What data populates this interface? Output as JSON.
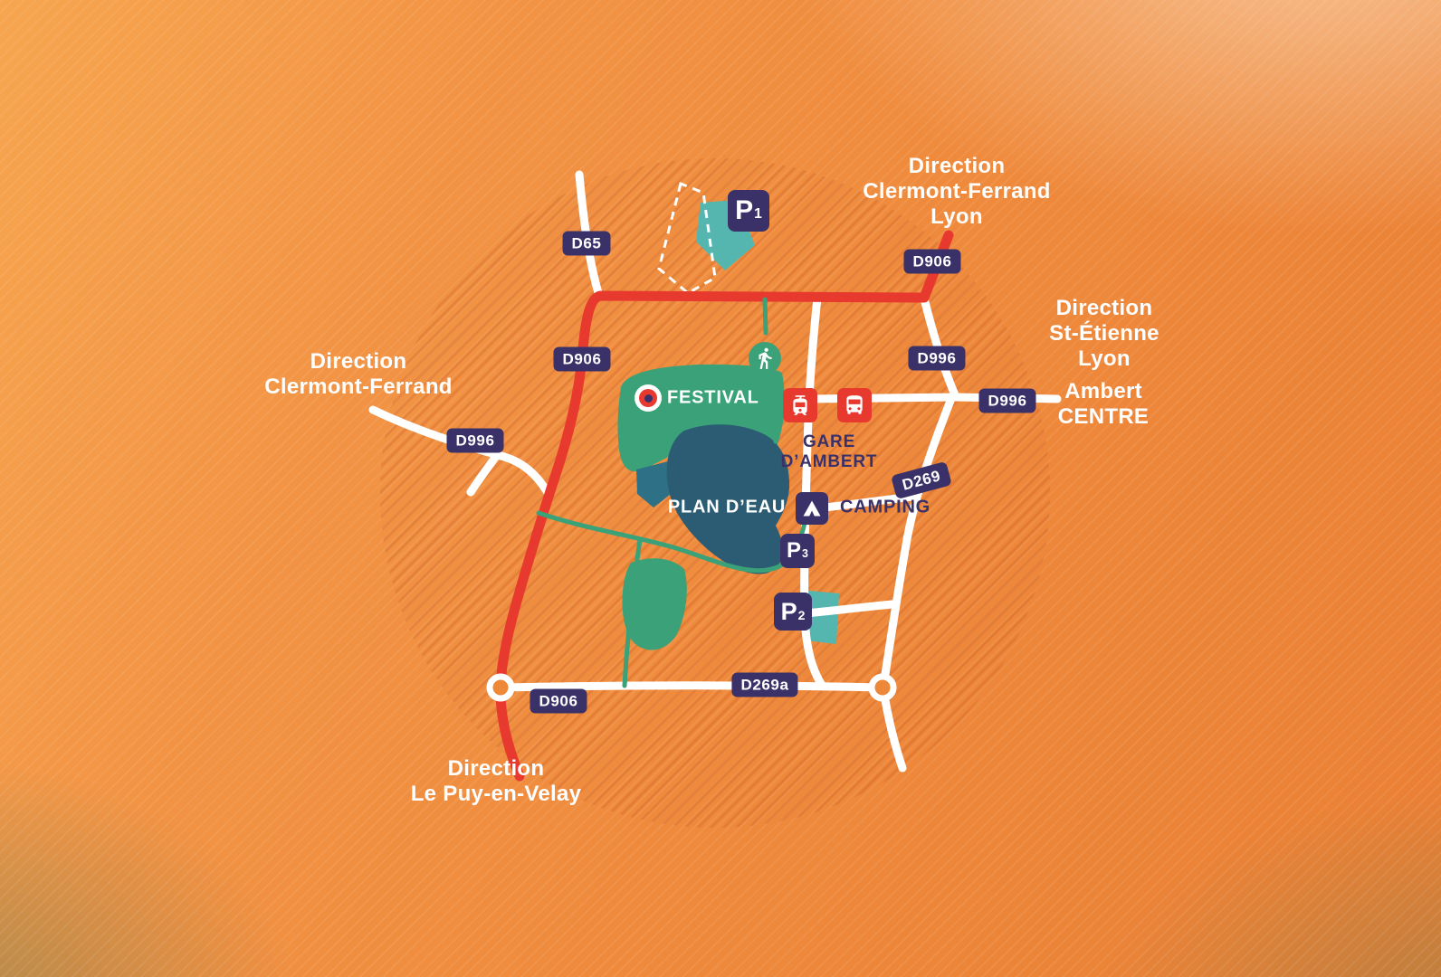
{
  "directions": {
    "top_right": {
      "lines": [
        "Direction",
        "Clermont-Ferrand",
        "Lyon"
      ]
    },
    "right": {
      "lines": [
        "Direction",
        "St-Étienne",
        "Lyon"
      ]
    },
    "ambert_centre": {
      "lines": [
        "Ambert",
        "CENTRE"
      ]
    },
    "left": {
      "lines": [
        "Direction",
        "Clermont-Ferrand"
      ]
    },
    "bottom": {
      "lines": [
        "Direction",
        "Le Puy-en-Velay"
      ]
    }
  },
  "road_badges": {
    "d65": "D65",
    "d906_top": "D906",
    "d906_mid": "D906",
    "d906_bottom": "D906",
    "d996_ne": "D996",
    "d996_east": "D996",
    "d996_west": "D996",
    "d269": "D269",
    "d269a": "D269a"
  },
  "pois": {
    "festival": "FESTIVAL",
    "plan_deau": "PLAN D’EAU",
    "gare": {
      "line1": "GARE",
      "line2": "D’AMBERT"
    },
    "camping": "CAMPING",
    "parkings": [
      {
        "letter": "P",
        "sub": "1"
      },
      {
        "letter": "P",
        "sub": "2"
      },
      {
        "letter": "P",
        "sub": "3"
      }
    ]
  },
  "icons": {
    "pedestrian": "walking-person-icon",
    "tram": "train-icon",
    "bus": "bus-icon",
    "tent": "tent-icon",
    "festival_marker": "festival-target-icon",
    "roundabout": "roundabout-icon"
  },
  "colors": {
    "background_orange": "#EF8A3C",
    "navy": "#3B3169",
    "road_red": "#E8392F",
    "park_green": "#3AA178",
    "lake_blue": "#2B5C74",
    "building_teal": "#55B6AF",
    "road_white": "#FFFFFF"
  }
}
